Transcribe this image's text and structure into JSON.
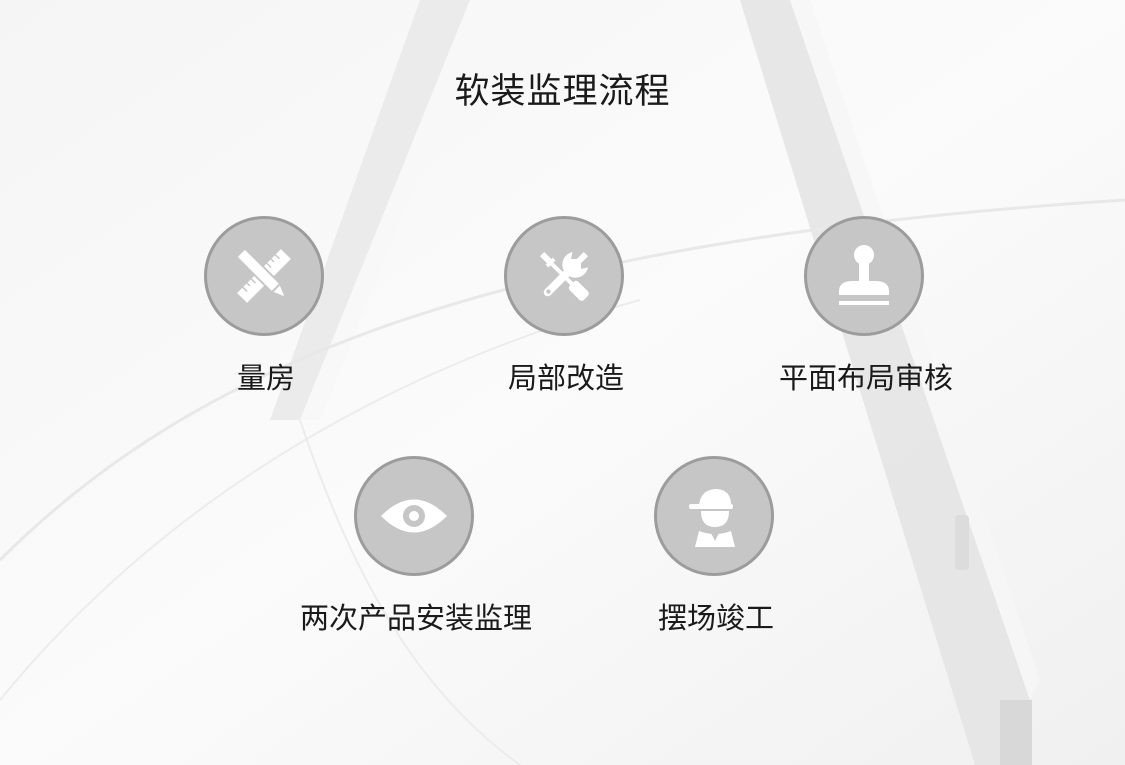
{
  "title": "软装监理流程",
  "colors": {
    "background": "#f2f2f2",
    "circle_fill": "#c6c6c6",
    "circle_border": "#9c9c9c",
    "icon": "#ffffff",
    "text": "#1a1a1a"
  },
  "steps": [
    {
      "label": "量房",
      "icon": "ruler-pencil-icon"
    },
    {
      "label": "局部改造",
      "icon": "screwdriver-wrench-icon"
    },
    {
      "label": "平面布局审核",
      "icon": "stamp-icon"
    },
    {
      "label": "两次产品安装监理",
      "icon": "eye-icon"
    },
    {
      "label": "摆场竣工",
      "icon": "worker-helmet-icon"
    }
  ]
}
